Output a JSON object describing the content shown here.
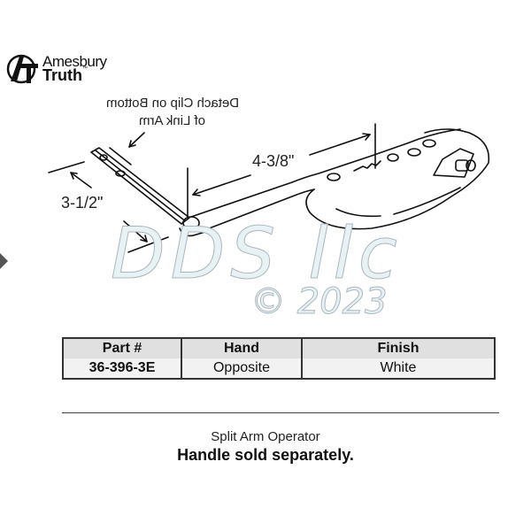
{
  "logo": {
    "line1": "Amesbury",
    "line2": "Truth",
    "trademark": "™",
    "icon": "amesbury-truth-logo-icon"
  },
  "diagram": {
    "note": {
      "line1": "Detach Clip on Bottom",
      "line2": "of Link Arm",
      "mirrored": true
    },
    "dimensions": {
      "link_arm": "3-1/2\"",
      "main_arm": "4-3/8\""
    },
    "subject": "Split Arm Operator line drawing"
  },
  "watermark": {
    "line1": "DDS llc",
    "line2": "© 2023"
  },
  "table": {
    "headers": [
      "Part #",
      "Hand",
      "Finish"
    ],
    "rows": [
      [
        "36-396-3E",
        "Opposite",
        "White"
      ]
    ]
  },
  "caption": {
    "title": "Split Arm Operator",
    "subtitle": "Handle sold separately."
  },
  "nav": {
    "prev_icon": "chevron-left-icon"
  }
}
